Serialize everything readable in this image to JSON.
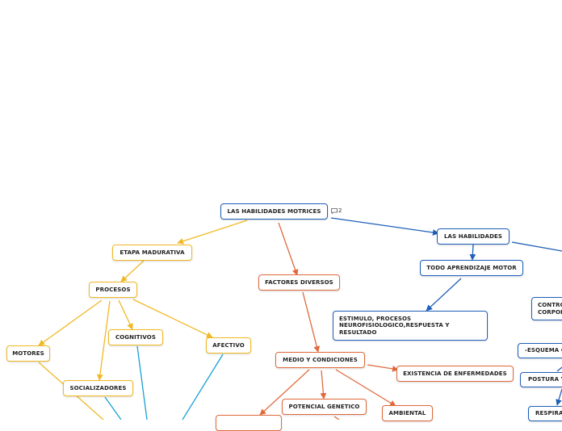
{
  "colors": {
    "blue": "#1e5fb8",
    "orange": "#e06a3c",
    "yellow": "#f0b824",
    "cyan": "#1aa0d8"
  },
  "root": {
    "label": "LAS HABILIDADES MOTRICES",
    "comment_count": "2"
  },
  "nodes": {
    "habilidades": "LAS HABILIDADES",
    "aprendizaje": "TODO APRENDIZAJE MOTOR",
    "estimulo": "ESTIMULO, PROCESOS NEUROFISIOLOGICO,RESPUESTA Y RESULTADO",
    "control": "CONTROL CORPOR",
    "esquema": "-ESQUEMA C",
    "postura": "POSTURA Y",
    "respira": "RESPIRA",
    "etapa": "ETAPA MADURATIVA",
    "procesos": "PROCESOS",
    "cognitivos": "COGNITIVOS",
    "afectivo": "AFECTIVO",
    "motores": "MOTORES",
    "socializadores": "SOCIALIZADORES",
    "factores": "FACTORES DIVERSOS",
    "medio": "MEDIO Y CONDICIONES",
    "enfermedades": "EXISTENCIA DE ENFERMEDADES",
    "potencial": "POTENCIAL GENETICO",
    "ambiental": "AMBIENTAL",
    "extra": ""
  }
}
